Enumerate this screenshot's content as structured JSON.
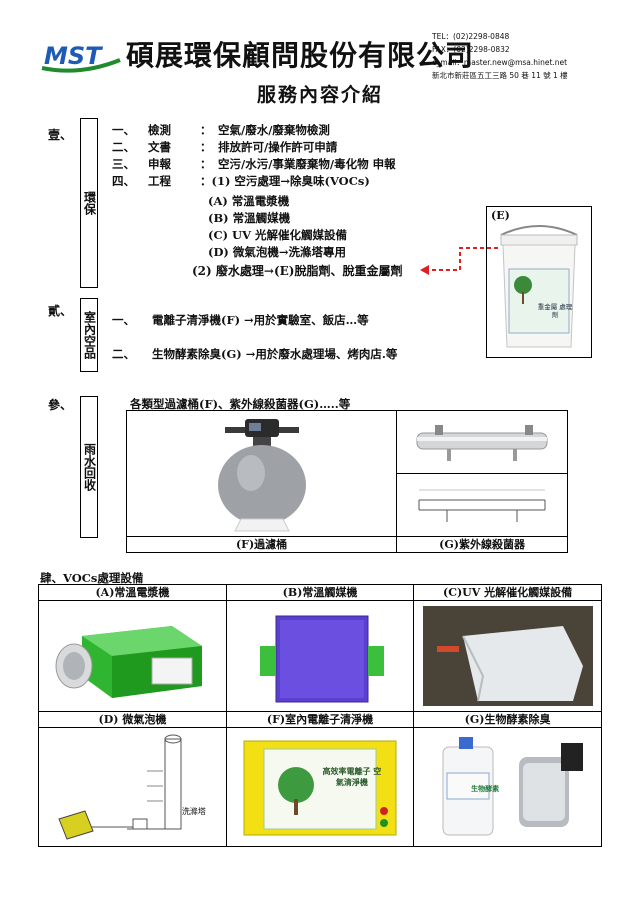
{
  "header": {
    "logo_text": "MST",
    "company_name": "碩展環保顧問股份有限公司",
    "tel": "TEL：(02)2298-0848",
    "fax": "FAX：(02)2298-0832",
    "email": "e_mail：master.new@msa.hinet.net",
    "address": "新北市新莊區五工三路 50 巷 11 號 1 樓"
  },
  "page_title": "服務內容介紹",
  "section1": {
    "mark": "壹、",
    "box_label": "環保",
    "items": [
      {
        "num": "一、",
        "label": "檢測",
        "sep": "：",
        "text": "空氣/廢水/廢棄物檢測"
      },
      {
        "num": "二、",
        "label": "文書",
        "sep": "：",
        "text": "排放許可/操作許可申請"
      },
      {
        "num": "三、",
        "label": "申報",
        "sep": "：",
        "text": "空污/水污/事業廢棄物/毒化物 申報"
      },
      {
        "num": "四、",
        "label": "工程",
        "sep": "：",
        "text": "(1) 空污處理→除臭味(VOCs)"
      }
    ],
    "subs": [
      "(A) 常溫電漿機",
      "(B) 常溫觸媒機",
      "(C) UV 光解催化觸媒設備",
      "(D) 微氣泡機→洗滌塔專用"
    ],
    "wastewater": "(2) 廢水處理→(E)脫脂劑、脫重金屬劑",
    "image_e_label": "(E)",
    "bucket_text": "重金屬 處理劑"
  },
  "section2": {
    "mark": "貳、",
    "box_label": "室內空品",
    "items": [
      {
        "num": "一、",
        "text": "電離子清淨機(F) →用於實驗室、飯店…等"
      },
      {
        "num": "二、",
        "text": "生物酵素除臭(G) →用於廢水處理場、烤肉店.等"
      }
    ]
  },
  "section3": {
    "mark": "參、",
    "box_label": "雨水回收",
    "intro": "各類型過濾桶(F)、紫外線殺菌器(G)…..等",
    "captions": [
      "(F)過濾桶",
      "(G)紫外線殺菌器"
    ]
  },
  "section4": {
    "title": "肆、VOCs處理設備",
    "row1": [
      "(A)常溫電漿機",
      "(B)常溫觸媒機",
      "(C)UV 光解催化觸媒設備"
    ],
    "row2": [
      "(D) 微氣泡機",
      "(F)室內電離子清淨機",
      "(G)生物酵素除臭"
    ],
    "diagram_label": "洗滌塔",
    "ion_box_text": "高效率電離子 空氣清淨機",
    "enzyme_label": "生物酵素"
  }
}
